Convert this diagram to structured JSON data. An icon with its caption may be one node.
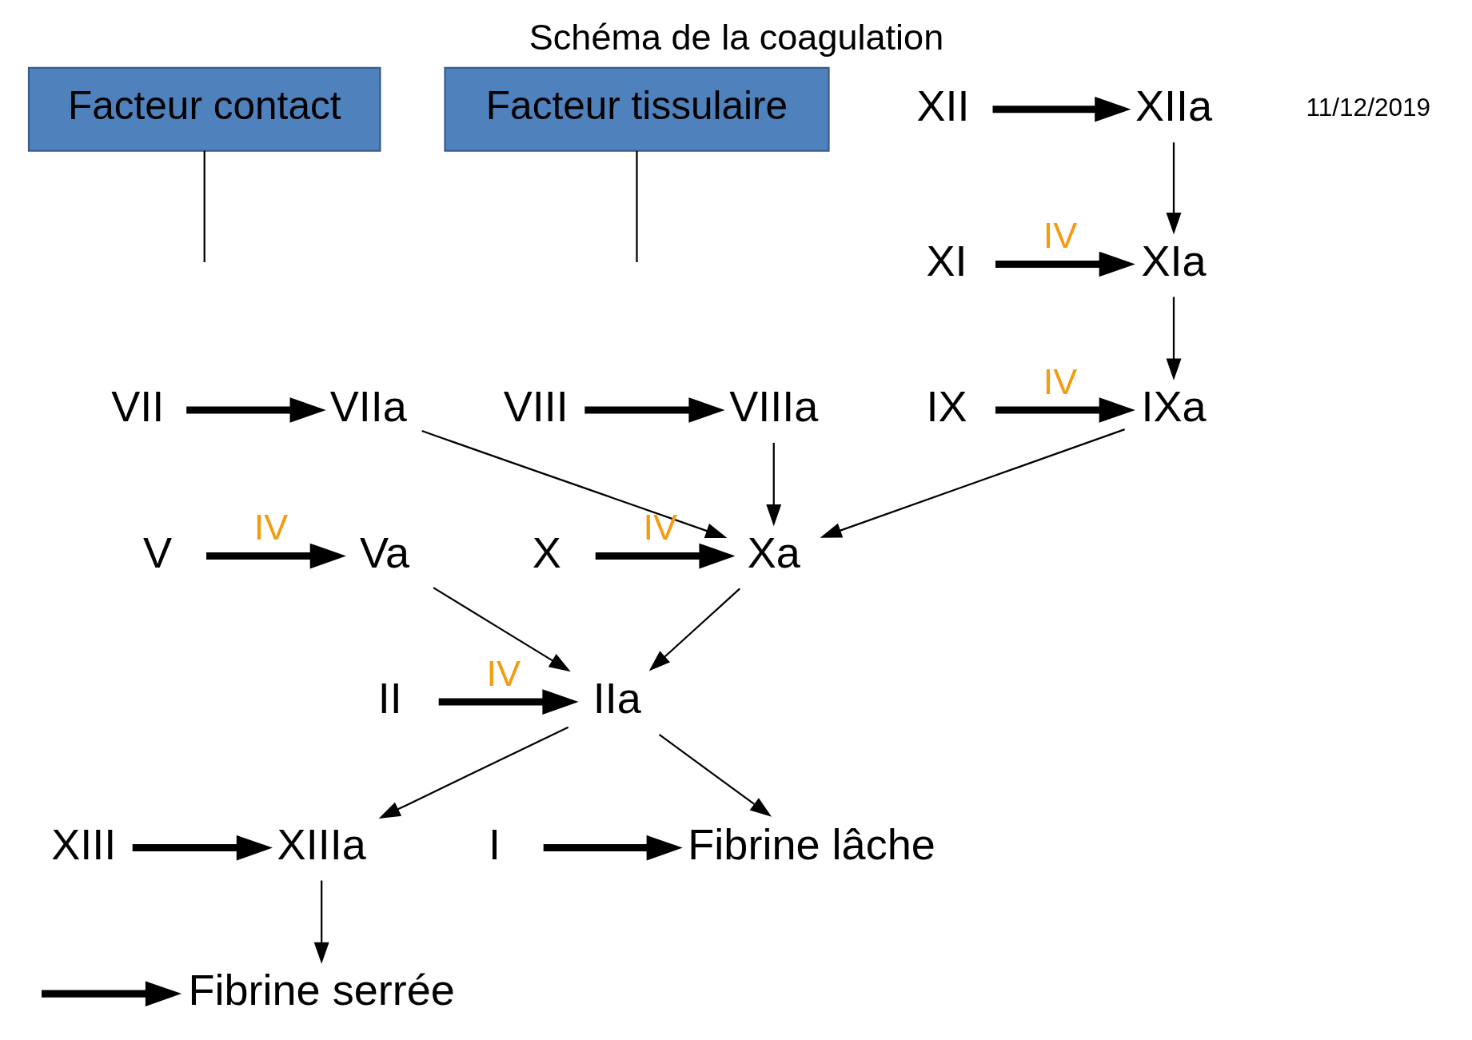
{
  "diagram": {
    "title": "Schéma de la coagulation",
    "nodes": [
      {
        "text": [
          "Facteur contact"
        ]
      },
      {
        "text": [
          "Facteur tissulaire"
        ]
      },
      {
        "text": [
          "XII"
        ]
      },
      {
        "text": [
          "XIIa"
        ]
      },
      {
        "text": [
          "XI"
        ]
      },
      {
        "text": [
          "XIa"
        ]
      },
      {
        "text": [
          "IX"
        ]
      },
      {
        "text": [
          "IXa"
        ]
      },
      {
        "text": [
          "VII"
        ]
      },
      {
        "text": [
          "VIIa"
        ]
      },
      {
        "text": [
          "VIII"
        ]
      },
      {
        "text": [
          "VIIIa"
        ]
      },
      {
        "text": [
          "X"
        ]
      },
      {
        "text": [
          "Xa"
        ]
      },
      {
        "text": [
          "V"
        ]
      },
      {
        "text": [
          "Va"
        ]
      },
      {
        "text": [
          "II"
        ]
      },
      {
        "text": [
          "IIa"
        ]
      },
      {
        "text": [
          "XIII"
        ]
      },
      {
        "text": [
          "XIIIa"
        ]
      },
      {
        "text": [
          "I"
        ]
      },
      {
        "text": [
          "Fibrine lâche"
        ]
      },
      {
        "text": [
          "Fibrine serrée"
        ]
      }
    ],
    "edges": [
      {
        "from": 2,
        "to": 3,
        "arrow": "to",
        "style": "thick"
      },
      {
        "from": 4,
        "to": 5,
        "arrow": "to",
        "style": "thick",
        "label": "IV"
      },
      {
        "from": 6,
        "to": 7,
        "arrow": "to",
        "style": "thick",
        "label": "IV"
      },
      {
        "from": 8,
        "to": 9,
        "arrow": "to",
        "style": "thick"
      },
      {
        "from": 10,
        "to": 11,
        "arrow": "to",
        "style": "thick"
      },
      {
        "from": 12,
        "to": 13,
        "arrow": "to",
        "style": "thick",
        "label": "IV"
      },
      {
        "from": 14,
        "to": 15,
        "arrow": "to",
        "style": "thick",
        "label": "IV"
      },
      {
        "from": 16,
        "to": 17,
        "arrow": "to",
        "style": "thick",
        "label": "IV"
      },
      {
        "from": 18,
        "to": 19,
        "arrow": "to",
        "style": "thick"
      },
      {
        "from": 20,
        "to": 21,
        "arrow": "to",
        "style": "thick"
      },
      {
        "from": null,
        "to": 22,
        "arrow": "to",
        "style": "thick"
      },
      {
        "from": 0,
        "to": null,
        "arrow": "none"
      },
      {
        "from": 1,
        "to": null,
        "arrow": "none"
      },
      {
        "from": 3,
        "to": 5,
        "arrow": "to"
      },
      {
        "from": 5,
        "to": 7,
        "arrow": "to"
      },
      {
        "from": 7,
        "to": 13,
        "arrow": "to"
      },
      {
        "from": 11,
        "to": 13,
        "arrow": "to"
      },
      {
        "from": 9,
        "to": 13,
        "arrow": "to"
      },
      {
        "from": 13,
        "to": 17,
        "arrow": "to"
      },
      {
        "from": 15,
        "to": 17,
        "arrow": "to"
      },
      {
        "from": 17,
        "to": 19,
        "arrow": "to"
      },
      {
        "from": 17,
        "to": 21,
        "arrow": "to"
      },
      {
        "from": 19,
        "to": 22,
        "arrow": "to"
      }
    ],
    "labels": [
      "11/12/2019"
    ]
  }
}
